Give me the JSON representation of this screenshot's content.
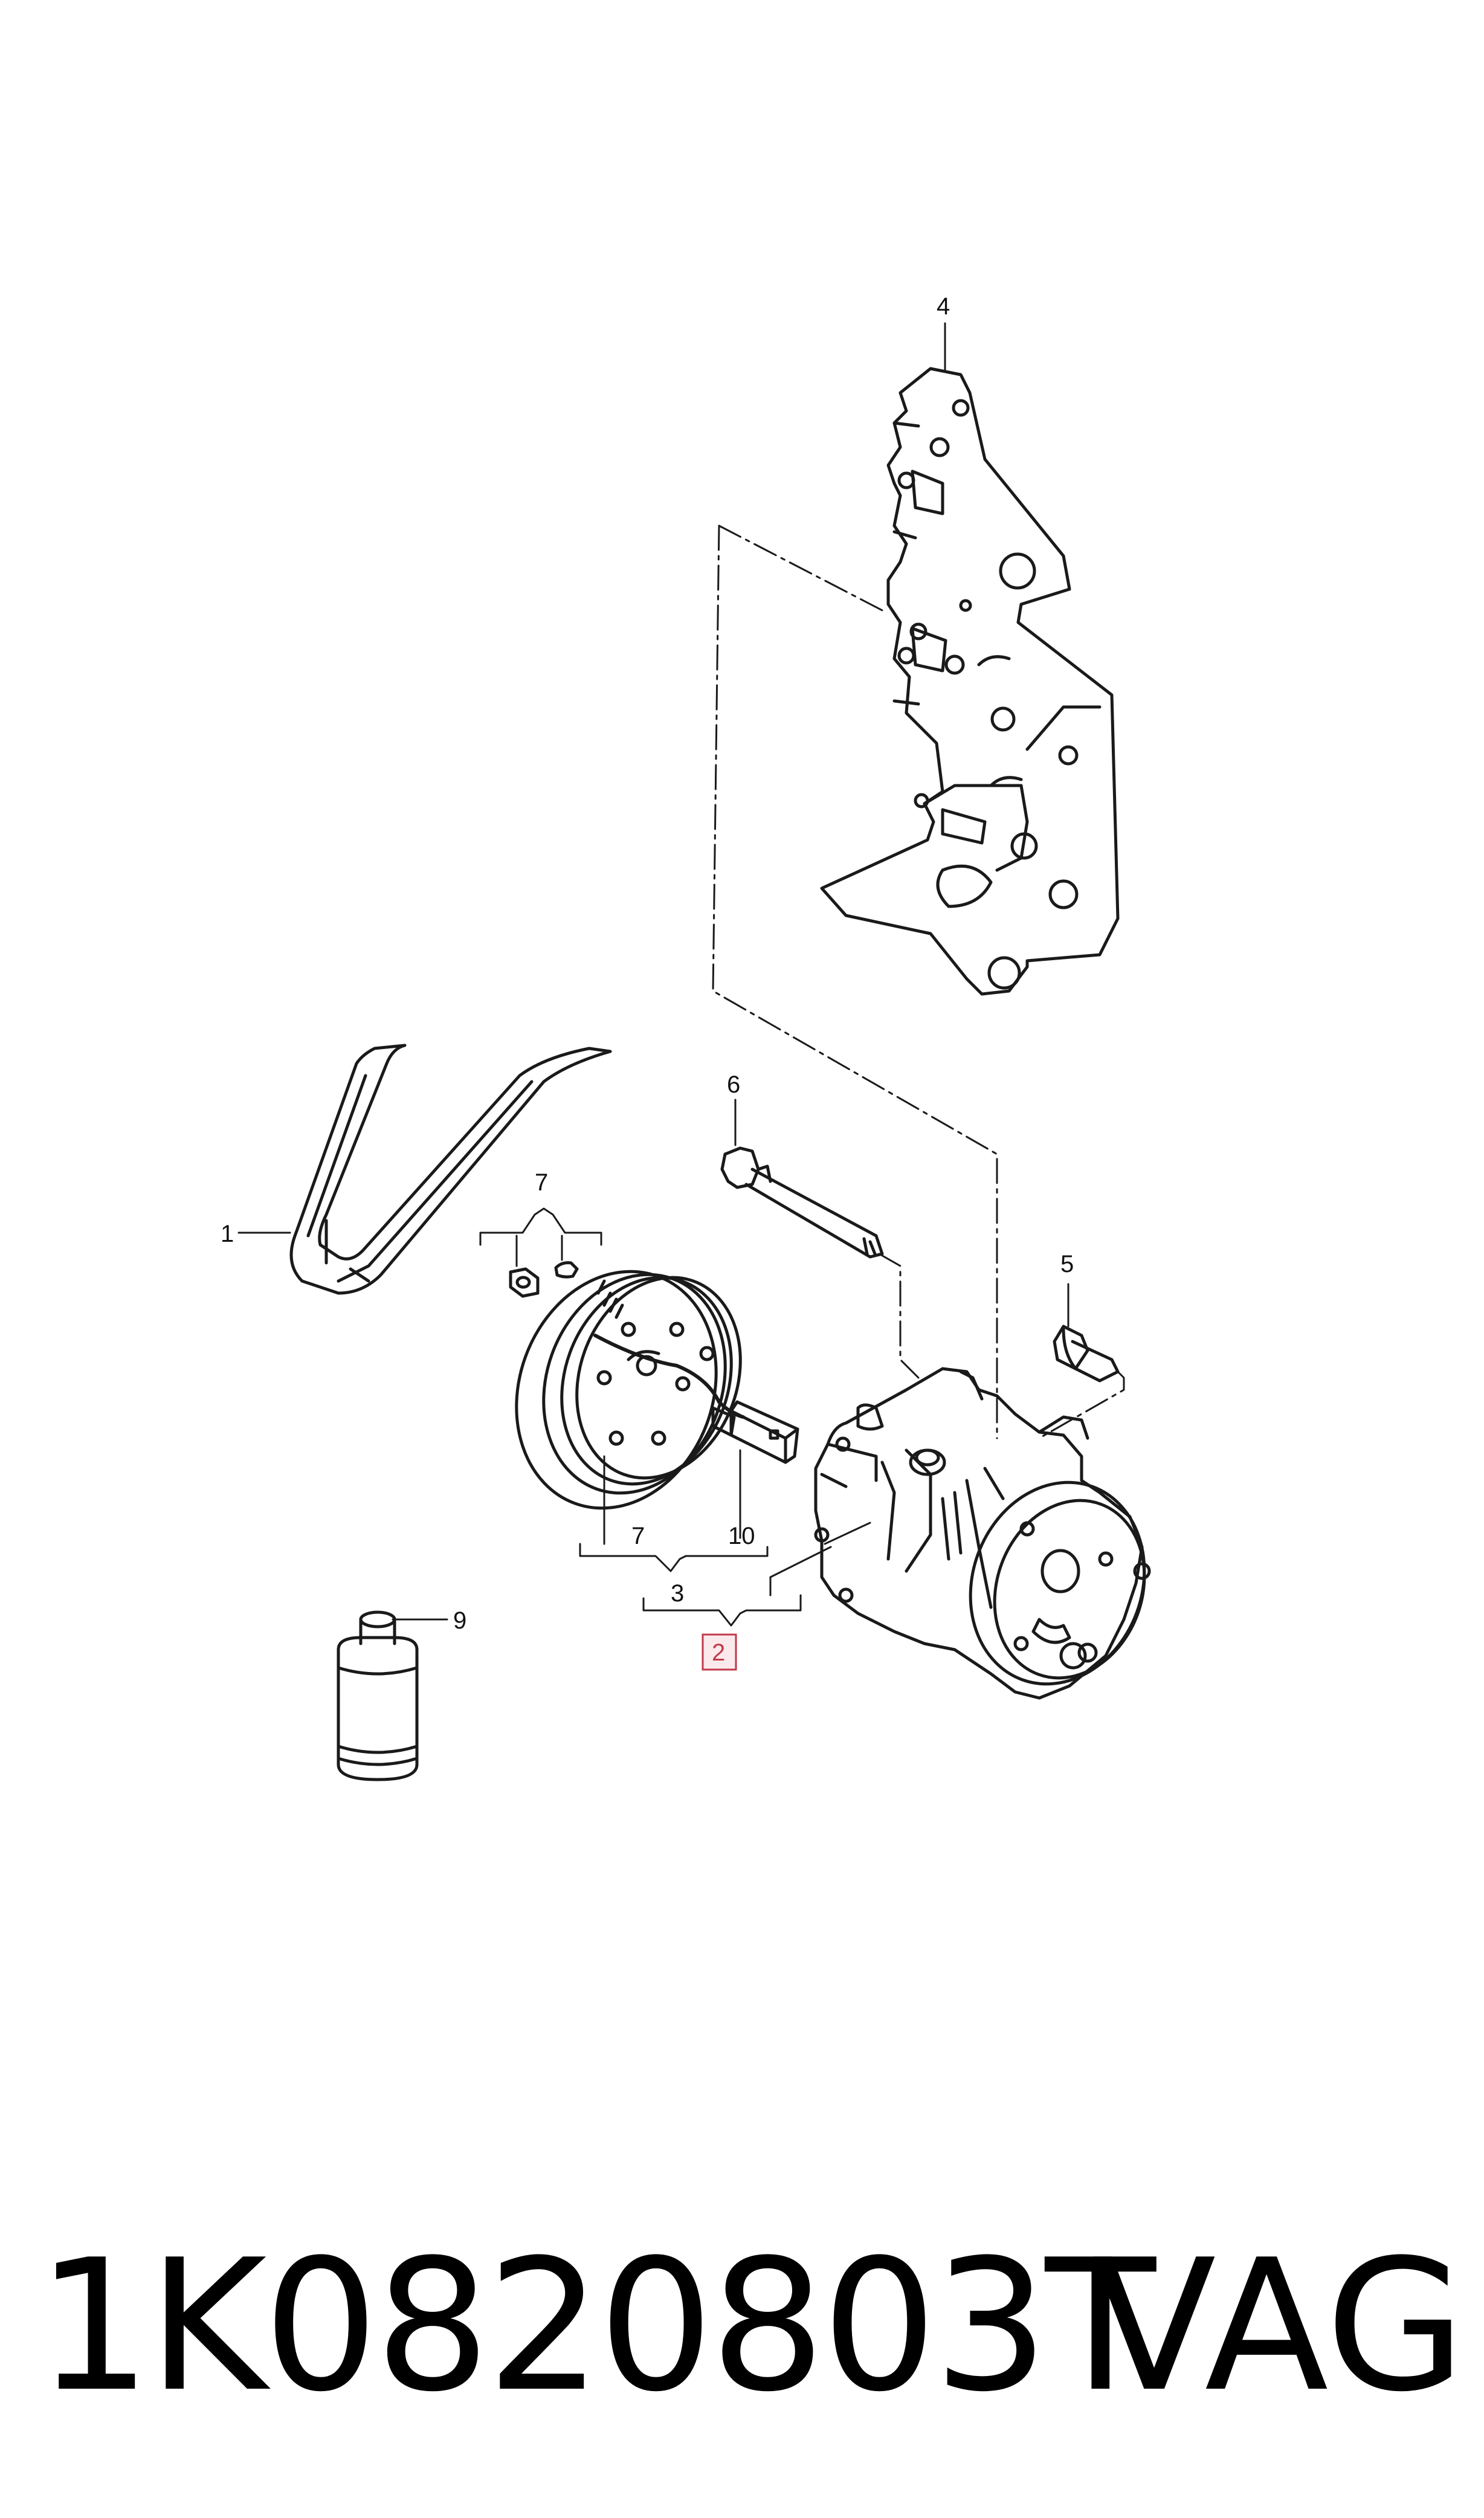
{
  "diagram": {
    "callouts": {
      "belt": "1",
      "compressor": "2",
      "clutch_kit": "3",
      "bracket": "4",
      "bushing": "5",
      "bolt": "6",
      "nut_key_top": "7",
      "nut_key_group": "7",
      "oil_bottle": "9",
      "wiring_lead": "10"
    },
    "highlight_color": "#c23a4a"
  },
  "footer": {
    "part_number": "1K0820803T",
    "brand": "VAG"
  }
}
